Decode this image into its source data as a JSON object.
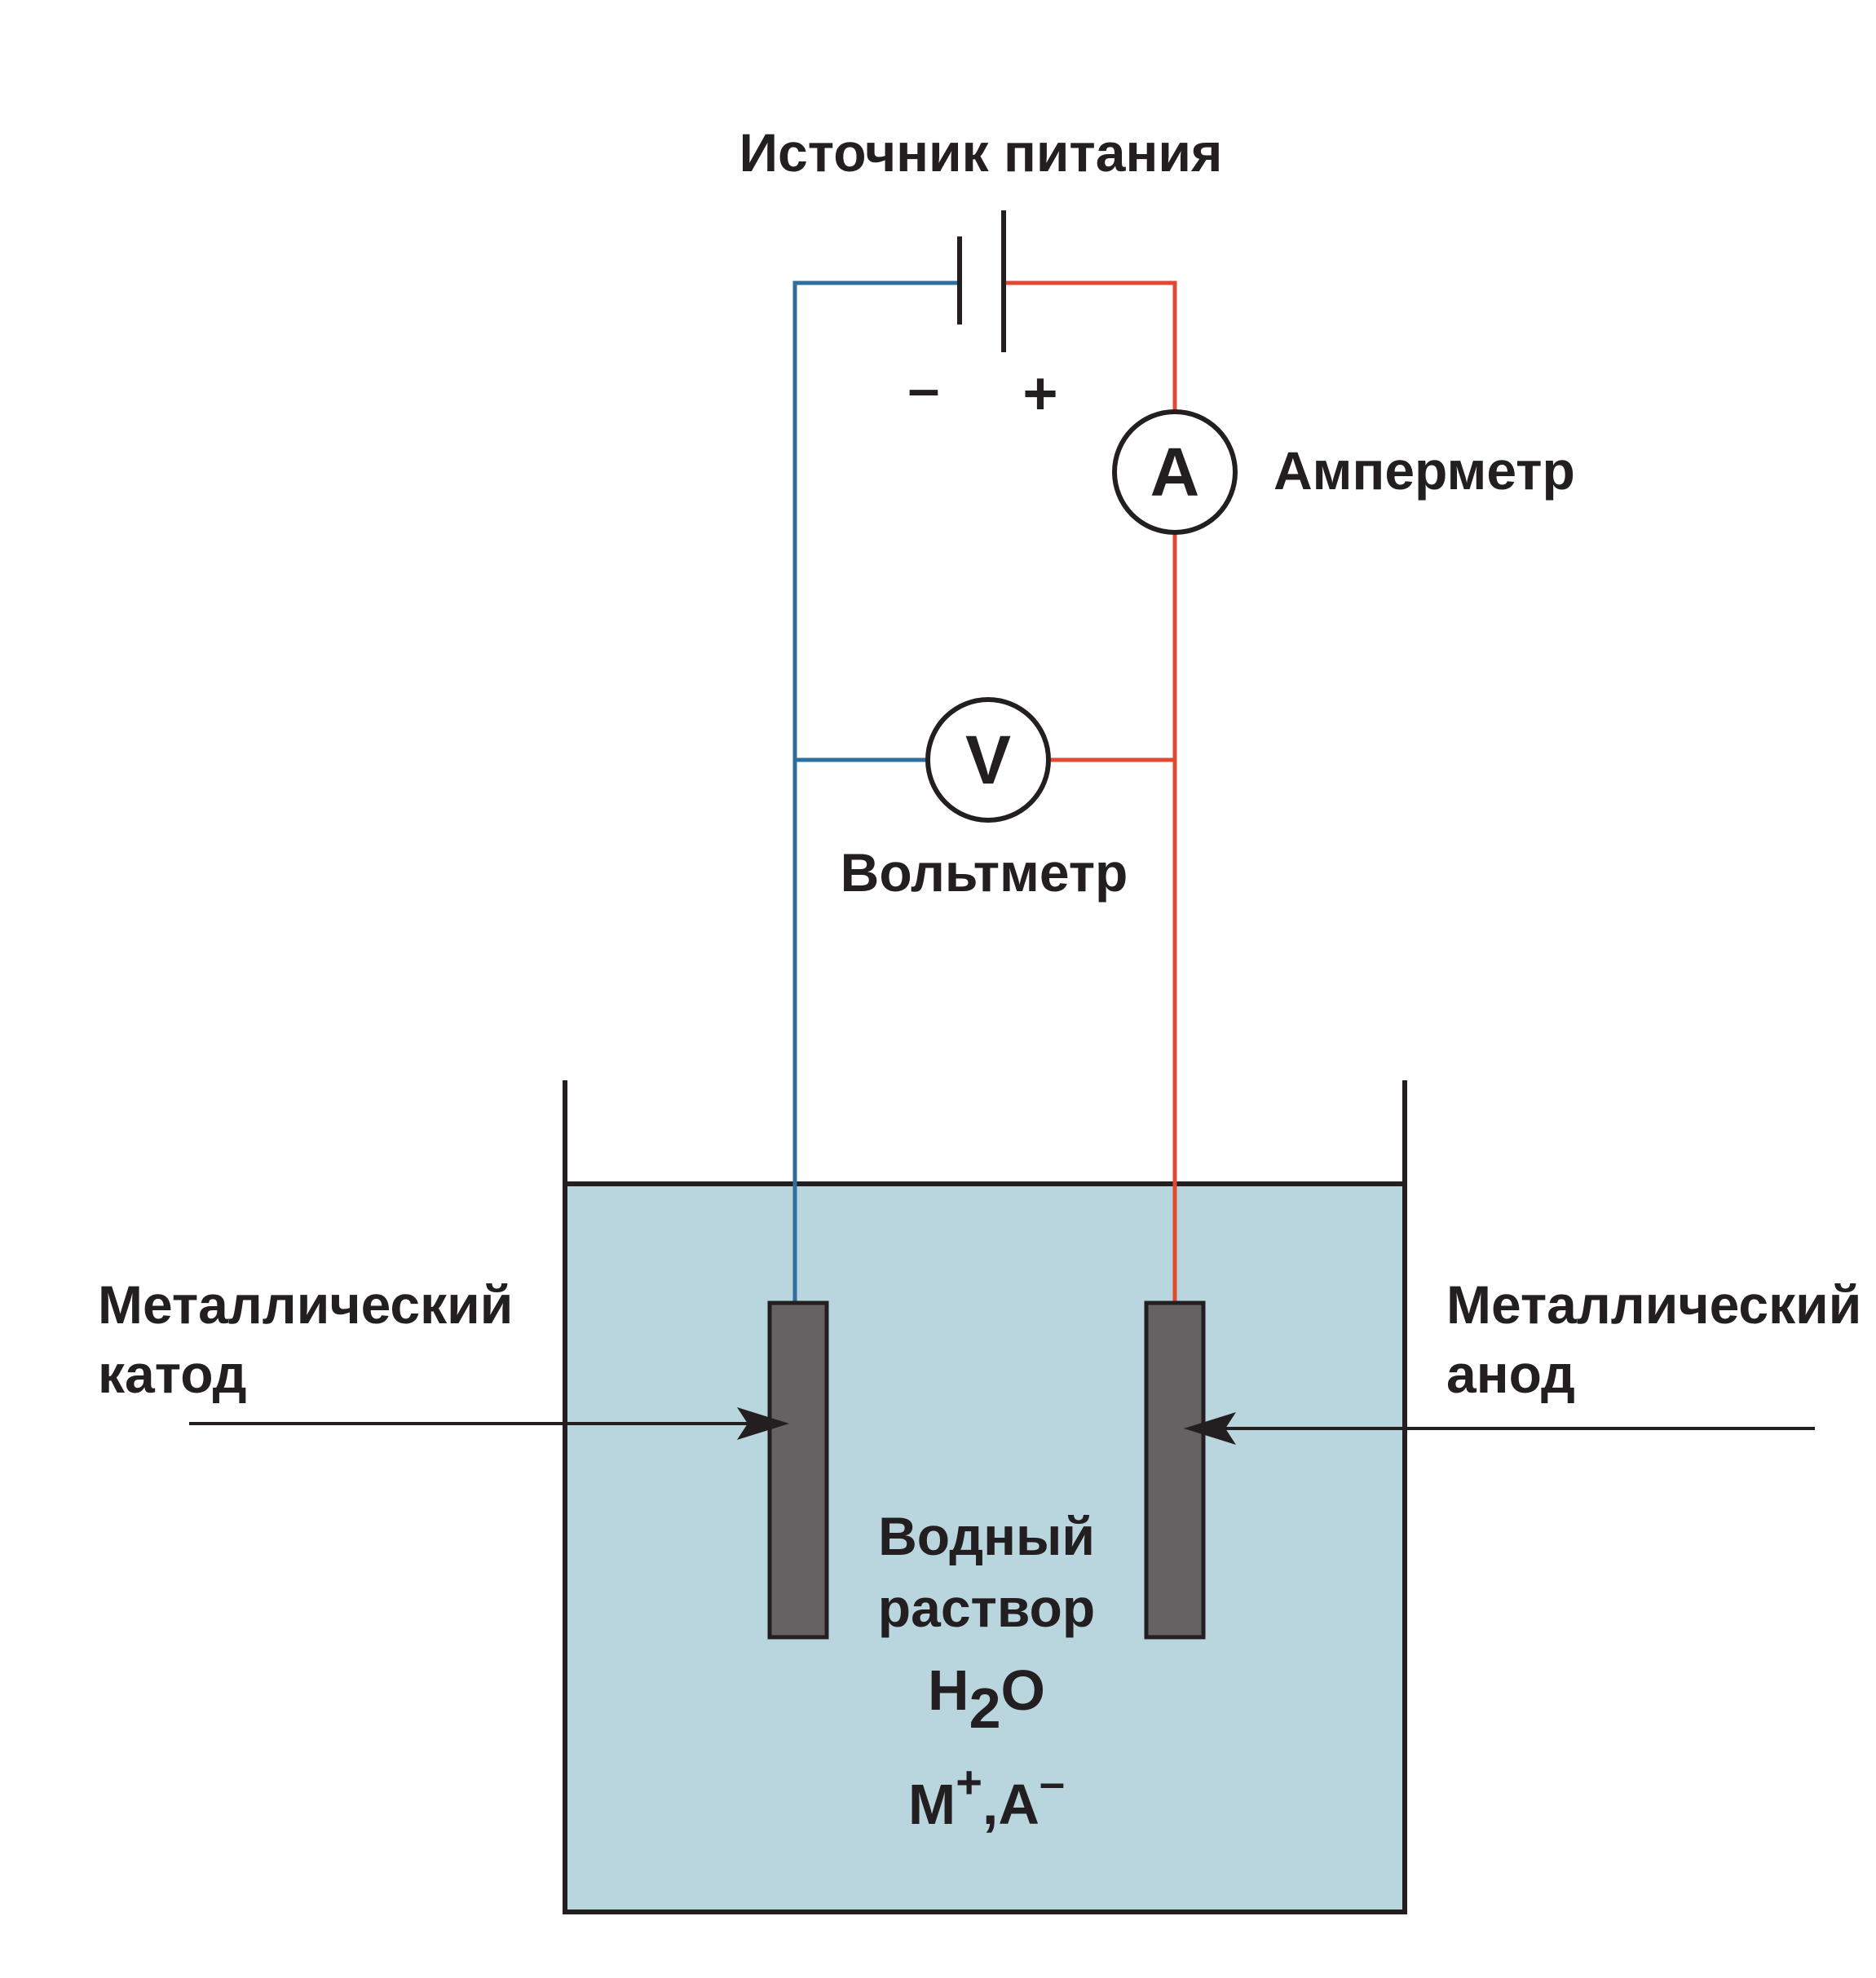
{
  "labels": {
    "power_source": "Источник питания",
    "minus": "–",
    "plus": "+",
    "ammeter": "Амперметр",
    "ammeter_symbol": "A",
    "voltmeter": "Вольтметр",
    "voltmeter_symbol": "V",
    "cathode_line1": "Металлический",
    "cathode_line2": "катод",
    "anode_line1": "Металлический",
    "anode_line2": "анод",
    "solution_line1": "Водный",
    "solution_line2": "раствор",
    "water_h": "H",
    "water_sub": "2",
    "water_o": "O",
    "ion_m": "M",
    "ion_m_charge": "+",
    "ion_sep": ",A",
    "ion_a_charge": "–"
  },
  "colors": {
    "cathode_wire": "#2e6f9e",
    "anode_wire": "#e04a32",
    "solution": "#b9d5de",
    "electrode": "#666162",
    "outline": "#231f20"
  }
}
